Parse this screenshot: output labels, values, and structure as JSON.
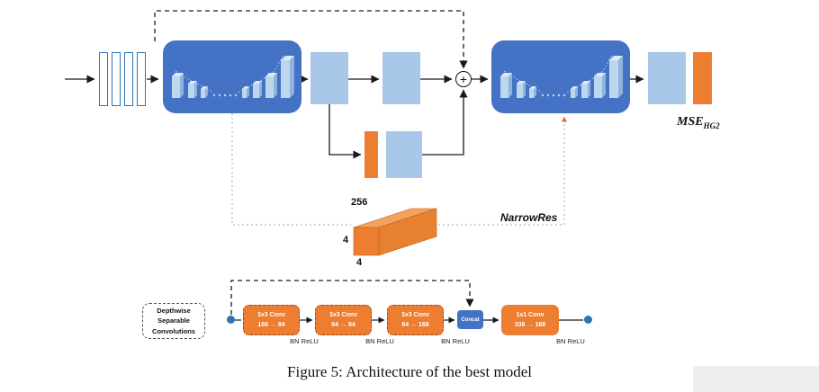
{
  "figure": {
    "caption": "Figure 5: Architecture of the best model"
  },
  "top_diagram": {
    "sum_symbol": "+",
    "mse": {
      "label": "MSE",
      "subscript": "HG2"
    },
    "narrowres_label": "NarrowRes",
    "cuboid": {
      "length_label": "256",
      "height_label": "4",
      "depth_label": "4"
    }
  },
  "bottom_diagram": {
    "legend": {
      "line1": "Depthwise",
      "line2": "Separable",
      "line3": "Convolutions"
    },
    "blocks": [
      {
        "line1": "3x3 Conv",
        "line2": "168 → 84"
      },
      {
        "line1": "3x3 Conv",
        "line2": "84 → 84"
      },
      {
        "line1": "3x3 Conv",
        "line2": "84 → 168"
      }
    ],
    "concat_label": "Concat",
    "final_block": {
      "line1": "1x1 Conv",
      "line2": "336 → 168"
    },
    "bn_relu_label": "BN ReLU"
  },
  "colors": {
    "module_blue": "#4472C4",
    "feature_blue": "#A9C7E8",
    "orange": "#ED7D31",
    "node_blue": "#2E75B6"
  }
}
